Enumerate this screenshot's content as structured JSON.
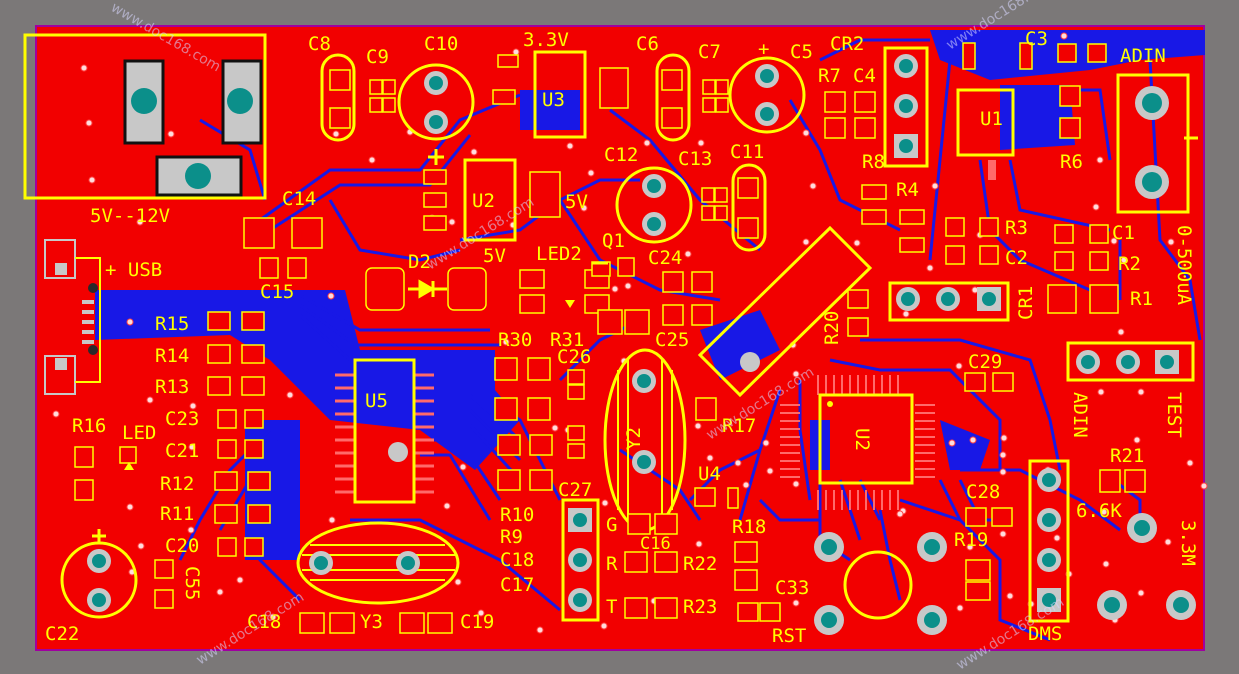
{
  "board": {
    "colors": {
      "background": "#7b7878",
      "copper_top": "#f20000",
      "copper_bottom": "#1818e6",
      "silkscreen": "#ffff00",
      "pad": "#c0c0c0",
      "drill": "#0b8f8a",
      "outline": "#a000a0"
    },
    "silkscreen_labels": {
      "power_in": "5V--12V",
      "usb": "+ USB",
      "c8": "C8",
      "c9": "C9",
      "c10": "C10",
      "u3_voltage": "3.3V",
      "u3": "U3",
      "c6": "C6",
      "c7": "C7",
      "c5": "C5",
      "plus_c5": "+",
      "cr2": "CR2",
      "c3": "C3",
      "adin_top": "ADIN",
      "r7": "R7",
      "c4": "C4",
      "u1": "U1",
      "r8": "R8",
      "r6": "R6",
      "c14": "C14",
      "u2_reg": "U2",
      "label_5v_a": "5V",
      "label_5v_b": "5V",
      "c12": "C12",
      "c13": "C13",
      "c11": "C11",
      "q1": "Q1",
      "r4": "R4",
      "r3": "R3",
      "c1": "C1",
      "c2": "C2",
      "r2": "R2",
      "range": "0-500uA",
      "c15": "C15",
      "d2": "D2",
      "led2": "LED2",
      "c24": "C24",
      "cr1": "CR1",
      "r1": "R1",
      "r15": "R15",
      "r14": "R14",
      "r13": "R13",
      "r30": "R30",
      "r31": "R31",
      "c26": "C26",
      "c25": "C25",
      "r20": "R20",
      "c29": "C29",
      "adin_side": "ADIN",
      "test": "TEST",
      "u5": "U5",
      "y2": "Y2",
      "r17": "R17",
      "u2_mcu": "U2",
      "r16": "R16",
      "led": "LED",
      "c23": "C23",
      "c21": "C21",
      "r12": "R12",
      "r11": "R11",
      "c20": "C20",
      "u4": "U4",
      "r21": "R21",
      "res_value": "6.6K",
      "c27": "C27",
      "c28": "C28",
      "r10": "R10",
      "r9": "R9",
      "pin_g": "G",
      "r18": "R18",
      "c16": "C16",
      "r19": "R19",
      "c18_a": "C18",
      "c17": "C17",
      "pin_r": "R",
      "r22": "R22",
      "pin_t": "T",
      "r23": "R23",
      "c33": "C33",
      "c55": "C55",
      "c22": "C22",
      "y3": "Y3",
      "c18_b": "C18",
      "c19": "C19",
      "rst": "RST",
      "dms": "DMS",
      "res_33m": "3.3M"
    },
    "watermark": "www.doc168.com"
  }
}
